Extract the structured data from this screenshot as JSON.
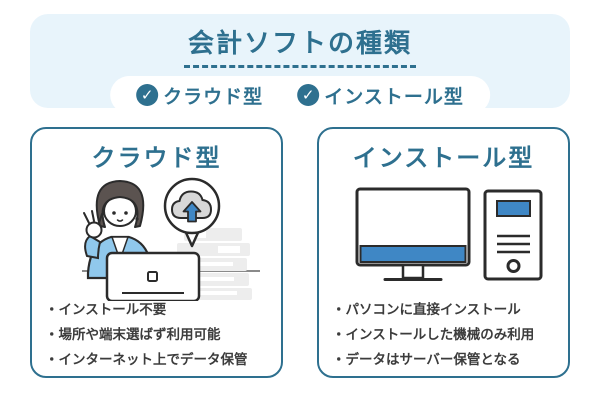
{
  "header": {
    "title": "会計ソフトの種類",
    "check_glyph": "✓",
    "badges": [
      {
        "label": "クラウド型"
      },
      {
        "label": "インストール型"
      }
    ]
  },
  "cards": [
    {
      "title": "クラウド型",
      "illustration": "woman-using-laptop-with-cloud-upload-bubble",
      "bullets": [
        "・インストール不要",
        "・場所や端末選ばず利用可能",
        "・インターネット上でデータ保管"
      ]
    },
    {
      "title": "インストール型",
      "illustration": "desktop-monitor-and-pc-tower",
      "bullets": [
        "・パソコンに直接インストール",
        "・インストールした機械のみ利用",
        "・データはサーバー保管となる"
      ]
    }
  ],
  "colors": {
    "teal_accent": "#2e708f",
    "band_background": "#e8f4fb",
    "blue_accent": "#3f87c5",
    "jacket_light_blue": "#90c8ec",
    "outline_dark": "#2b2b2b",
    "body_text": "#3c3c3c",
    "cloud_gray": "#d8d8d8",
    "books_gray": "#ededed"
  }
}
